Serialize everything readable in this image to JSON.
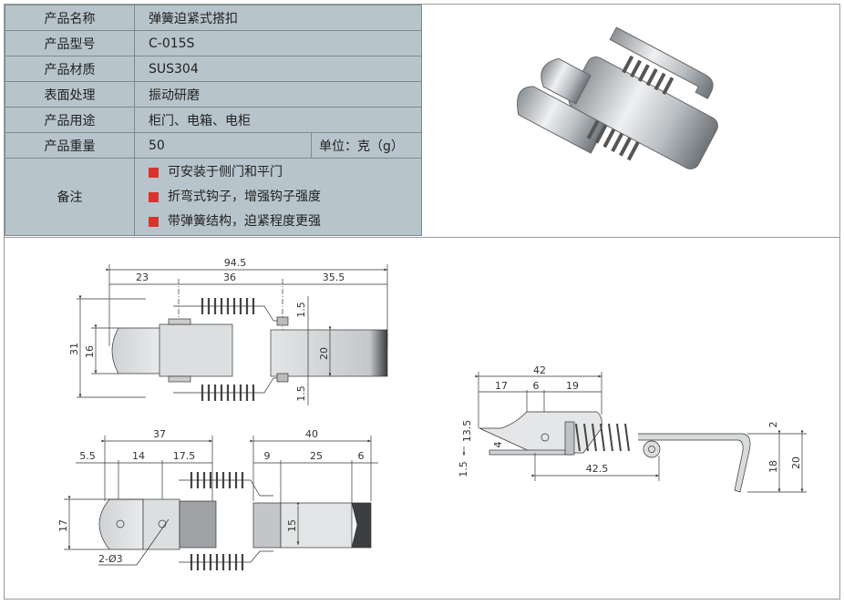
{
  "spec": {
    "rows": [
      {
        "label": "产品名称",
        "value": "弹簧迫紧式搭扣"
      },
      {
        "label": "产品型号",
        "value": "C-015S"
      },
      {
        "label": "产品材质",
        "value": "SUS304"
      },
      {
        "label": "表面处理",
        "value": "振动研磨"
      },
      {
        "label": "产品用途",
        "value": "柜门、电箱、电柜"
      },
      {
        "label": "产品重量",
        "value": "50",
        "unit": "单位：克（g）"
      }
    ],
    "notes_label": "备注",
    "notes": [
      "可安装于侧门和平门",
      "折弯式钩子，增强钩子强度",
      "带弹簧结构，迫紧程度更强"
    ],
    "bullet_color": "#d8342c"
  },
  "drawing": {
    "top_view": {
      "overall": "94.5",
      "seg1": "23",
      "seg2": "36",
      "seg3": "35.5",
      "height_total": "31",
      "height_body": "16",
      "plate_height": "20",
      "offset_top": "1.5",
      "offset_bottom": "1.5"
    },
    "bottom_view": {
      "body_len": "37",
      "s1": "5.5",
      "s2": "14",
      "s3": "17.5",
      "plate_len": "40",
      "p1": "9",
      "p2": "25",
      "p3": "6",
      "height": "17",
      "plate_height": "15",
      "holes": "2-Ø3"
    },
    "side_view": {
      "overall": "42",
      "s1": "17",
      "s2": "6",
      "s3": "19",
      "height": "13.5",
      "pivot": "4",
      "base": "1.5",
      "reach": "42.5",
      "hook_t": "2",
      "hook_h": "18",
      "hook_total": "20"
    }
  }
}
